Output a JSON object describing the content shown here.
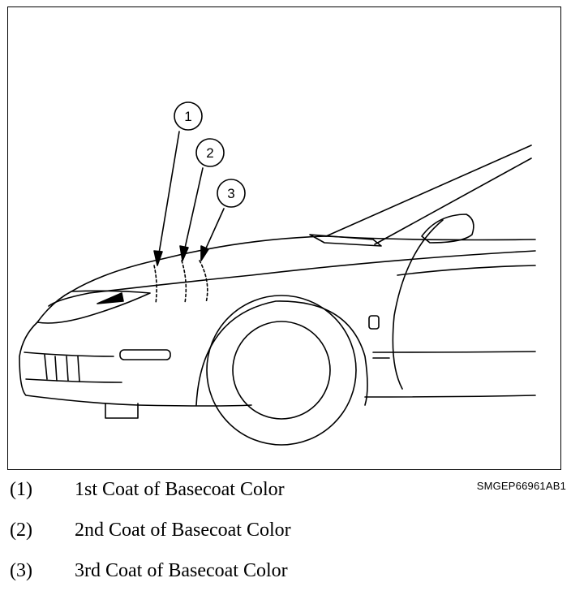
{
  "callouts": [
    {
      "number": "1"
    },
    {
      "number": "2"
    },
    {
      "number": "3"
    }
  ],
  "figure_code": "SMGEP66961AB1",
  "legend": [
    {
      "number": "(1)",
      "text": "1st Coat of Basecoat Color"
    },
    {
      "number": "(2)",
      "text": "2nd Coat of Basecoat Color"
    },
    {
      "number": "(3)",
      "text": "3rd Coat of Basecoat Color"
    }
  ],
  "colors": {
    "line": "#000000",
    "background": "#ffffff"
  }
}
